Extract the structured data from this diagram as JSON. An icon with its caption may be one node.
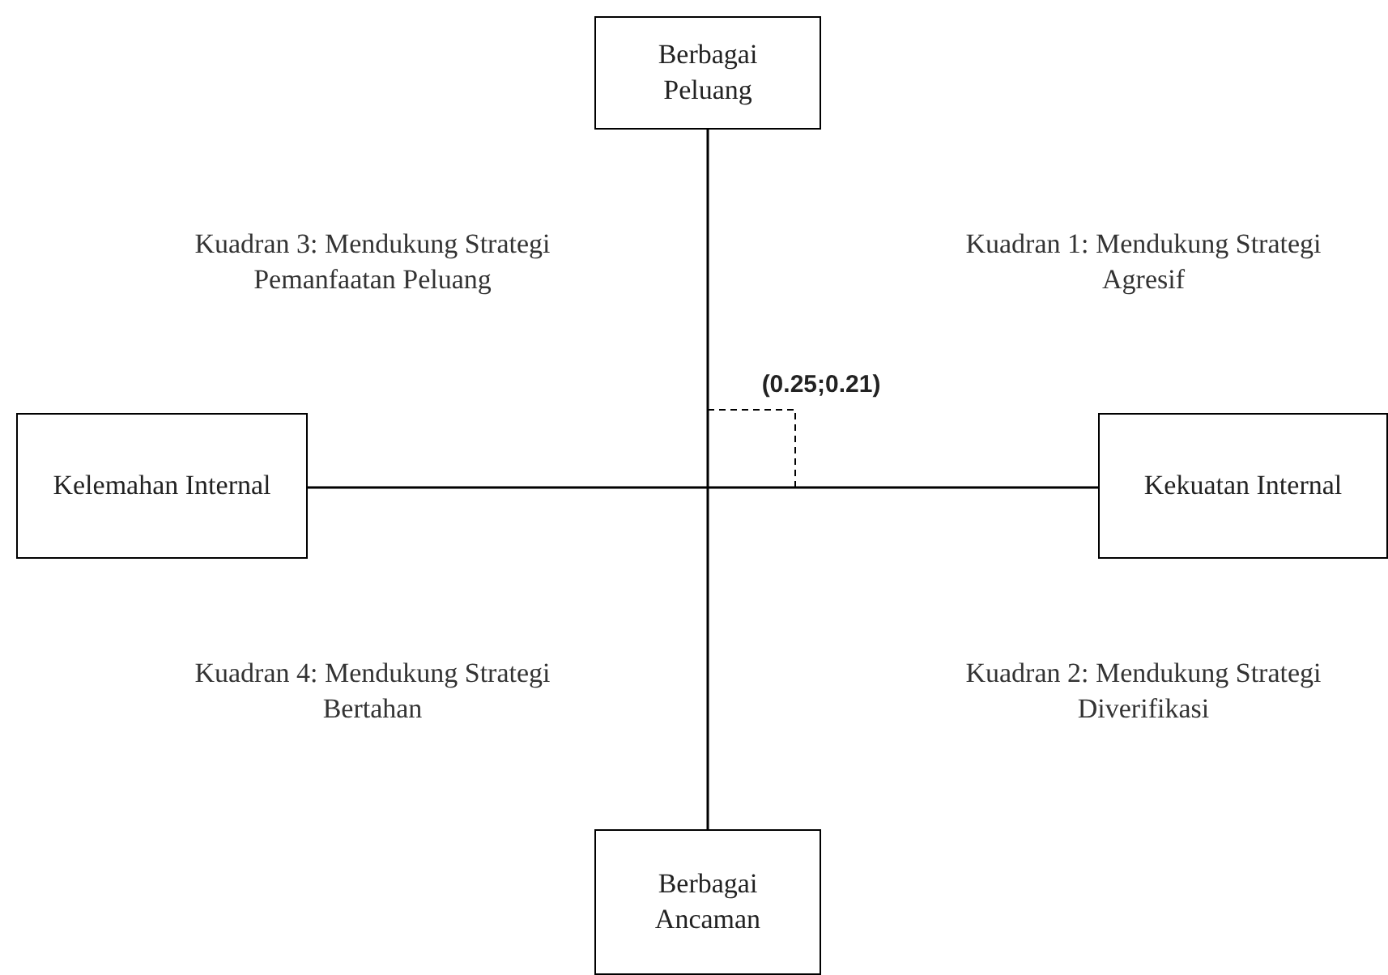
{
  "diagram": {
    "nodes": [
      {
        "text": [
          "Berbagai Peluang"
        ]
      },
      {
        "text": [
          "Kelemahan Internal"
        ]
      },
      {
        "text": [
          "Kekuatan Internal"
        ]
      },
      {
        "text": [
          "Berbagai Ancaman"
        ]
      }
    ],
    "edges": [
      {
        "from": 0,
        "to": 3,
        "arrow": "none"
      },
      {
        "from": 1,
        "to": 2,
        "arrow": "none"
      }
    ],
    "labels": [
      "Kuadran 3: Mendukung Strategi Pemanfaatan Peluang",
      "Kuadran 1: Mendukung Strategi Agresif",
      "(0.25;0.21)",
      "Kuadran 4: Mendukung Strategi Bertahan",
      "Kuadran 2: Mendukung Strategi Diverifikasi"
    ]
  }
}
